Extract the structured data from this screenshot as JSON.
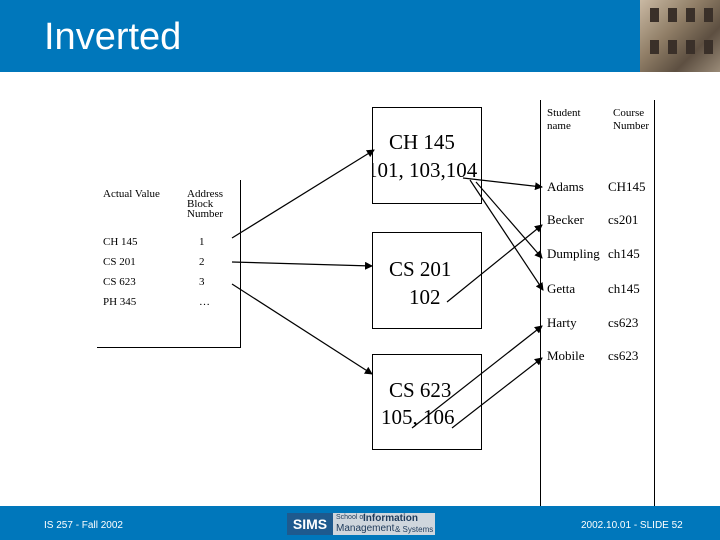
{
  "slide": {
    "title": "Inverted",
    "footer_left": "IS 257 - Fall 2002",
    "footer_right": "2002.10.01 - SLIDE 52"
  },
  "logo": {
    "sims": "SIMS",
    "school_of": "School of",
    "information": "Information",
    "management": "Management",
    "and_systems": "& Systems"
  },
  "index_table": {
    "headers": {
      "value": "Actual Value",
      "address": "Address Block Number"
    },
    "rows": [
      {
        "value": "CH 145",
        "address": "1"
      },
      {
        "value": "CS 201",
        "address": "2"
      },
      {
        "value": "CS 623",
        "address": "3"
      },
      {
        "value": "PH 345",
        "address": "…"
      }
    ]
  },
  "blocks": [
    {
      "line1": "CH 145",
      "line2": "101, 103,104"
    },
    {
      "line1": "CS 201",
      "line2": "102"
    },
    {
      "line1": "CS 623",
      "line2": "105, 106"
    }
  ],
  "student_table": {
    "headers": {
      "name": "Student name",
      "course": "Course Number"
    },
    "rows": [
      {
        "name": "Adams",
        "course": "CH145"
      },
      {
        "name": "Becker",
        "course": "cs201"
      },
      {
        "name": "Dumpling",
        "course": "ch145"
      },
      {
        "name": "Getta",
        "course": "ch145"
      },
      {
        "name": "Harty",
        "course": "cs623"
      },
      {
        "name": "Mobile",
        "course": "cs623"
      }
    ]
  },
  "colors": {
    "brand_blue": "#0077bb",
    "arrow": "#000000"
  }
}
